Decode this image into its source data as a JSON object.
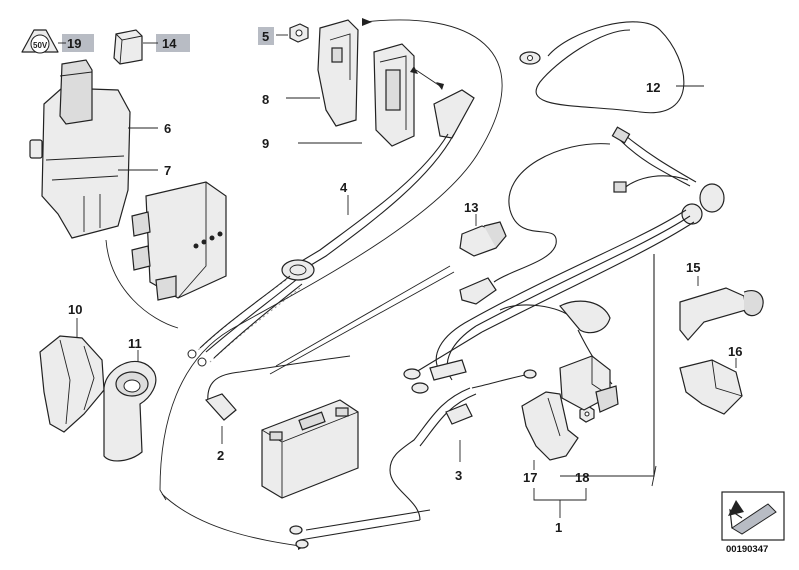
{
  "callouts": [
    {
      "id": "1",
      "text": "1"
    },
    {
      "id": "2",
      "text": "2"
    },
    {
      "id": "3",
      "text": "3"
    },
    {
      "id": "4",
      "text": "4"
    },
    {
      "id": "5",
      "text": "5"
    },
    {
      "id": "6",
      "text": "6"
    },
    {
      "id": "7",
      "text": "7"
    },
    {
      "id": "8",
      "text": "8"
    },
    {
      "id": "9",
      "text": "9"
    },
    {
      "id": "10",
      "text": "10"
    },
    {
      "id": "11",
      "text": "11"
    },
    {
      "id": "12",
      "text": "12"
    },
    {
      "id": "13",
      "text": "13"
    },
    {
      "id": "14",
      "text": "14"
    },
    {
      "id": "15",
      "text": "15"
    },
    {
      "id": "16",
      "text": "16"
    },
    {
      "id": "17",
      "text": "17"
    },
    {
      "id": "18",
      "text": "18"
    },
    {
      "id": "19",
      "text": "19"
    }
  ],
  "highlighted_callouts": [
    "5",
    "14",
    "19"
  ],
  "diagram_code": "00190347",
  "colors": {
    "line": "#222222",
    "part_fill": "#ececec",
    "highlight": "#b8bcc4"
  }
}
